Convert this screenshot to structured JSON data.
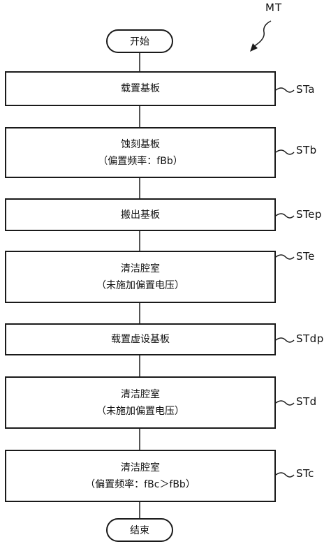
{
  "figure_label": "MT",
  "start": "开始",
  "end": "结束",
  "steps": [
    {
      "line1": "载置基板",
      "line2": "",
      "label": "STa"
    },
    {
      "line1": "蚀刻基板",
      "line2": "（偏置频率：fBb）",
      "label": "STb"
    },
    {
      "line1": "搬出基板",
      "line2": "",
      "label": "STep"
    },
    {
      "line1": "清洁腔室",
      "line2": "（未施加偏置电压）",
      "label": "STe"
    },
    {
      "line1": "载置虚设基板",
      "line2": "",
      "label": "STdp"
    },
    {
      "line1": "清洁腔室",
      "line2": "（未施加偏置电压）",
      "label": "STd"
    },
    {
      "line1": "清洁腔室",
      "line2": "（偏置频率：fBc＞fBb）",
      "label": "STc"
    }
  ]
}
